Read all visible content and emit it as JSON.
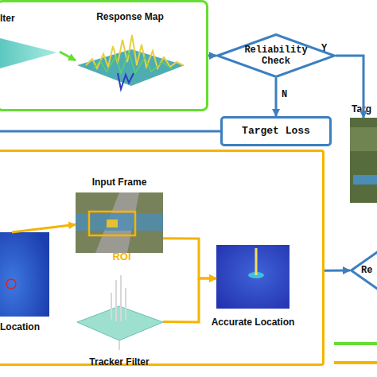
{
  "diagram": {
    "nodes": [
      {
        "text": []
      },
      {
        "text": [
          "lter"
        ],
        "in": 0
      },
      {
        "text": [
          "Response Map"
        ],
        "in": 0
      },
      {
        "text": [
          "Reliability Check"
        ]
      },
      {
        "text": [
          "Target Loss"
        ]
      },
      {
        "text": [
          "Targ"
        ]
      },
      {
        "text": []
      },
      {
        "text": [
          "Location"
        ],
        "in": 6
      },
      {
        "text": [
          "Input Frame",
          "ROI"
        ],
        "in": 6
      },
      {
        "text": [
          "Tracker Filter"
        ],
        "in": 6
      },
      {
        "text": [
          "Accurate Location"
        ],
        "in": 6
      },
      {
        "text": [
          "Re"
        ]
      }
    ],
    "edges": [
      {
        "from": 1,
        "to": 2,
        "arrow": "to"
      },
      {
        "from": 0,
        "to": 3,
        "arrow": "to"
      },
      {
        "from": 3,
        "to": 5,
        "label": "Y",
        "arrow": "to"
      },
      {
        "from": 3,
        "to": 4,
        "label": "N",
        "arrow": "to"
      },
      {
        "from": 7,
        "to": 8,
        "arrow": "to"
      },
      {
        "from": 8,
        "to": 10,
        "arrow": "to"
      },
      {
        "from": 9,
        "to": 10,
        "arrow": "to"
      },
      {
        "from": 6,
        "to": 11,
        "arrow": "to"
      }
    ]
  }
}
